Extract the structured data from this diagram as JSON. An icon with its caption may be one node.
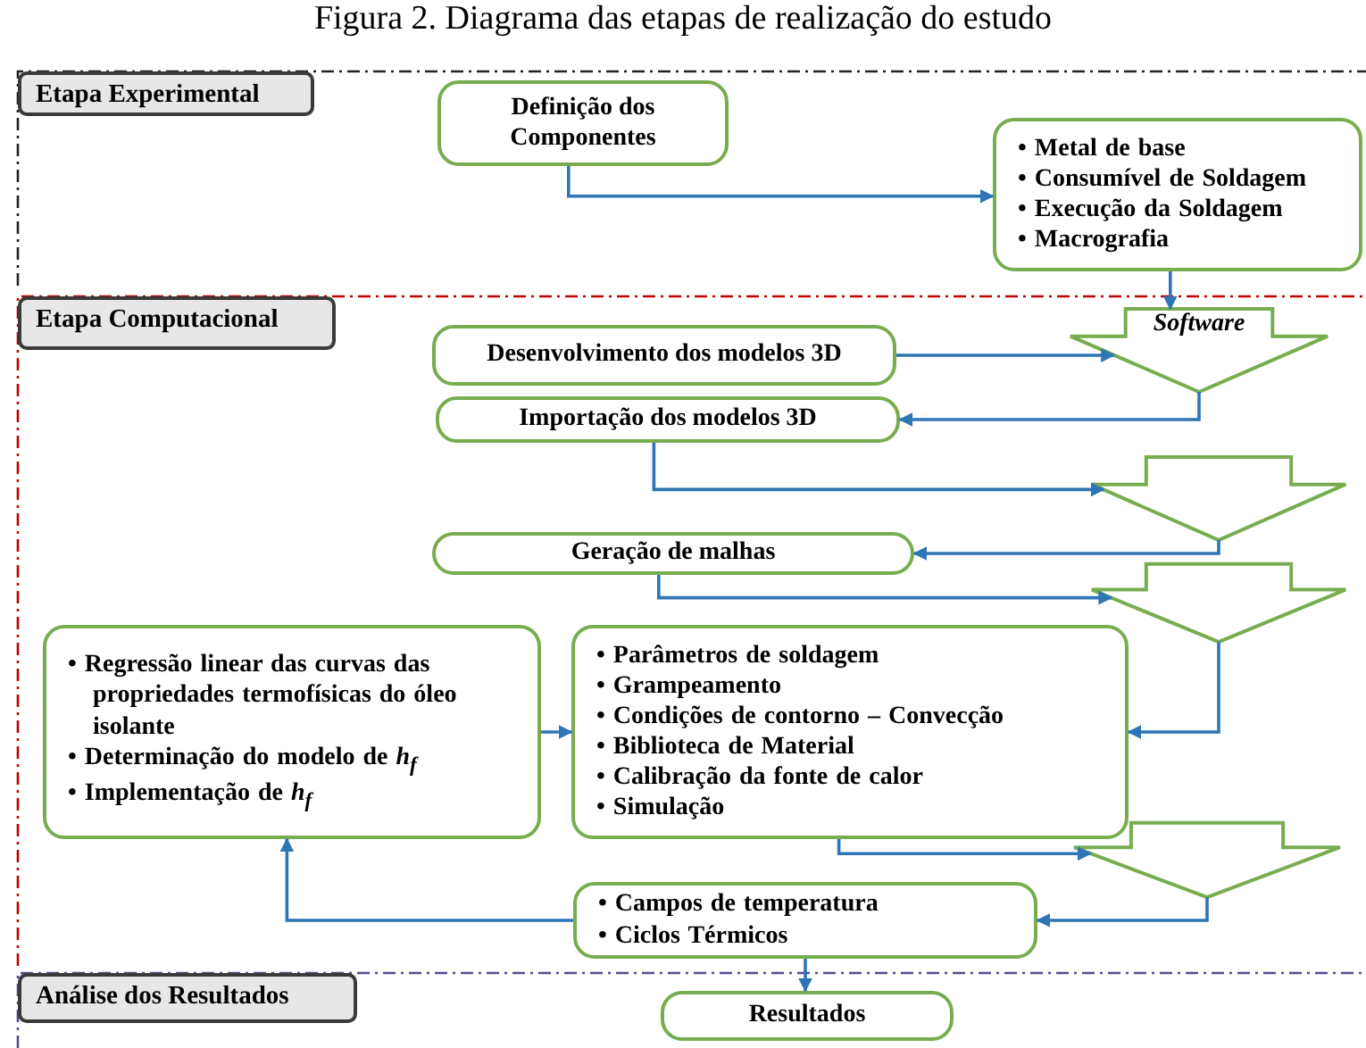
{
  "diagram": {
    "title": "Figura 2. Diagrama das etapas de realização do estudo",
    "nodes": [
      {
        "text": [
          "Etapa Experimental"
        ]
      },
      {
        "text": [
          "Definição dos Componentes"
        ],
        "in": 0
      },
      {
        "text": [
          "• Metal de base",
          "• Consumível de Soldagem",
          "• Execução da Soldagem",
          "• Macrografia"
        ],
        "in": 0
      },
      {
        "text": [
          "Etapa Computacional"
        ]
      },
      {
        "text": [
          "Desenvolvimento dos modelos 3D"
        ],
        "in": 3
      },
      {
        "text": [
          "Software"
        ],
        "in": 3
      },
      {
        "text": [
          "Importação dos modelos 3D"
        ],
        "in": 3
      },
      {
        "text": [],
        "shape": "arrow",
        "in": 3
      },
      {
        "text": [
          "Geração de malhas"
        ],
        "in": 3
      },
      {
        "text": [],
        "shape": "arrow",
        "in": 3
      },
      {
        "text": [
          "• Regressão linear das curvas das propriedades termofísicas do óleo isolante",
          "• Determinação do modelo de *h*$_{f}$",
          "• Implementação de *h*$_{f}$"
        ],
        "in": 3
      },
      {
        "text": [
          "• Parâmetros de soldagem",
          "• Grampeamento",
          "• Condições de contorno – Convecção",
          "• Biblioteca de Material",
          "• Calibração da fonte de calor",
          "• Simulação"
        ],
        "in": 3
      },
      {
        "text": [],
        "shape": "arrow",
        "in": 3
      },
      {
        "text": [
          "• Campos de temperatura",
          "• Ciclos Térmicos"
        ],
        "in": 3
      },
      {
        "text": [
          "Análise dos Resultados"
        ]
      },
      {
        "text": [
          "Resultados"
        ],
        "in": 14
      }
    ],
    "edges": [
      {
        "from": 1,
        "to": 2,
        "arrow": "to"
      },
      {
        "from": 2,
        "to": 5,
        "arrow": "to"
      },
      {
        "from": 4,
        "to": 5,
        "arrow": "to"
      },
      {
        "from": 5,
        "to": 6,
        "arrow": "to"
      },
      {
        "from": 6,
        "to": 7,
        "arrow": "to"
      },
      {
        "from": 7,
        "to": 8,
        "arrow": "to"
      },
      {
        "from": 8,
        "to": 9,
        "arrow": "to"
      },
      {
        "from": 9,
        "to": 11,
        "arrow": "to"
      },
      {
        "from": 10,
        "to": 11,
        "arrow": "to"
      },
      {
        "from": 11,
        "to": 12,
        "arrow": "to"
      },
      {
        "from": 12,
        "to": 13,
        "arrow": "to"
      },
      {
        "from": 13,
        "to": 10,
        "arrow": "to"
      },
      {
        "from": 13,
        "to": 15,
        "arrow": "to"
      }
    ]
  }
}
